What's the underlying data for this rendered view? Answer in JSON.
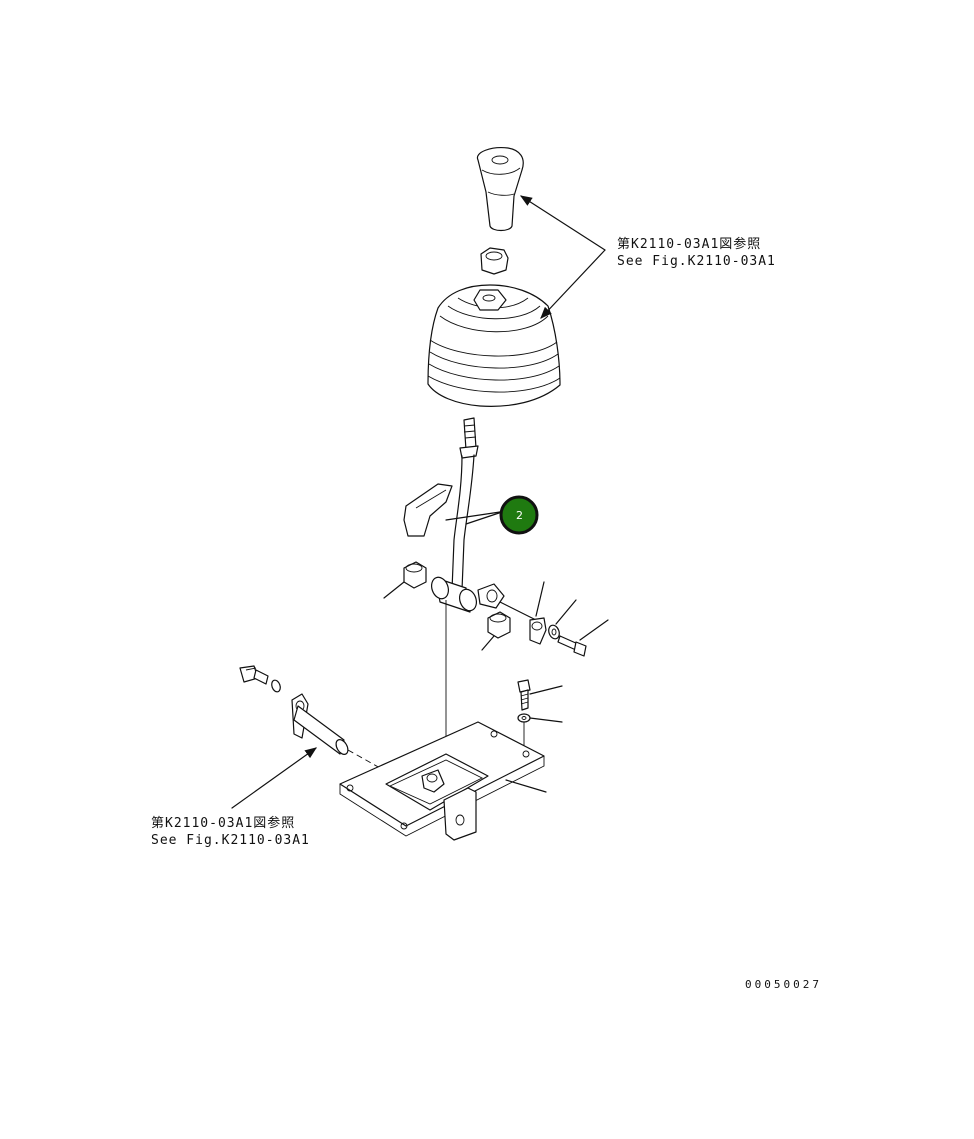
{
  "reference_top": {
    "line_jp": "第K2110-03A1図参照",
    "line_en": "See Fig.K2110-03A1"
  },
  "reference_bottom": {
    "line_jp": "第K2110-03A1図参照",
    "line_en": "See Fig.K2110-03A1"
  },
  "callouts": [
    {
      "number": "2",
      "color": "#1f7a10"
    }
  ],
  "drawing_number": "00050027"
}
